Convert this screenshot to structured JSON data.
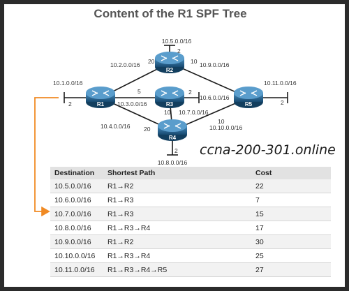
{
  "title": "Content of the R1 SPF Tree",
  "routers": {
    "r1": "R1",
    "r2": "R2",
    "r3": "R3",
    "r4": "R4",
    "r5": "R5"
  },
  "costs": {
    "r1_stub": "2",
    "r2_stub": "2",
    "r4_stub": "2",
    "r5_stub": "2",
    "r3_stub": "2",
    "r1_r2": "20",
    "r2_r5": "10",
    "r1_r3": "5",
    "r1_r4": "20",
    "r3_r4": "10",
    "r4_r5": "10"
  },
  "networks": {
    "n10_5": "10.5.0.0/16",
    "n10_2": "10.2.0.0/16",
    "n10_9": "10.9.0.0/16",
    "n10_1": "10.1.0.0/16",
    "n10_11": "10.11.0.0/16",
    "n10_3": "10.3.0.0/16",
    "n10_6": "10.6.0.0/16",
    "n10_7": "10.7.0.0/16",
    "n10_4": "10.4.0.0/16",
    "n10_10": "10.10.0.0/16",
    "n10_8": "10.8.0.0/16"
  },
  "watermark": "ccna-200-301.online",
  "colors": {
    "router": "#1f5f8b",
    "arrow": "#f08a24",
    "link": "#1a1a1a"
  },
  "table": {
    "headers": [
      "Destination",
      "Shortest Path",
      "Cost"
    ],
    "rows": [
      [
        "10.5.0.0/16",
        "R1→R2",
        "22"
      ],
      [
        "10.6.0.0/16",
        "R1→R3",
        "7"
      ],
      [
        "10.7.0.0/16",
        "R1→R3",
        "15"
      ],
      [
        "10.8.0.0/16",
        "R1→R3→R4",
        "17"
      ],
      [
        "10.9.0.0/16",
        "R1→R2",
        "30"
      ],
      [
        "10.10.0.0/16",
        "R1→R3→R4",
        "25"
      ],
      [
        "10.11.0.0/16",
        "R1→R3→R4→R5",
        "27"
      ]
    ]
  }
}
